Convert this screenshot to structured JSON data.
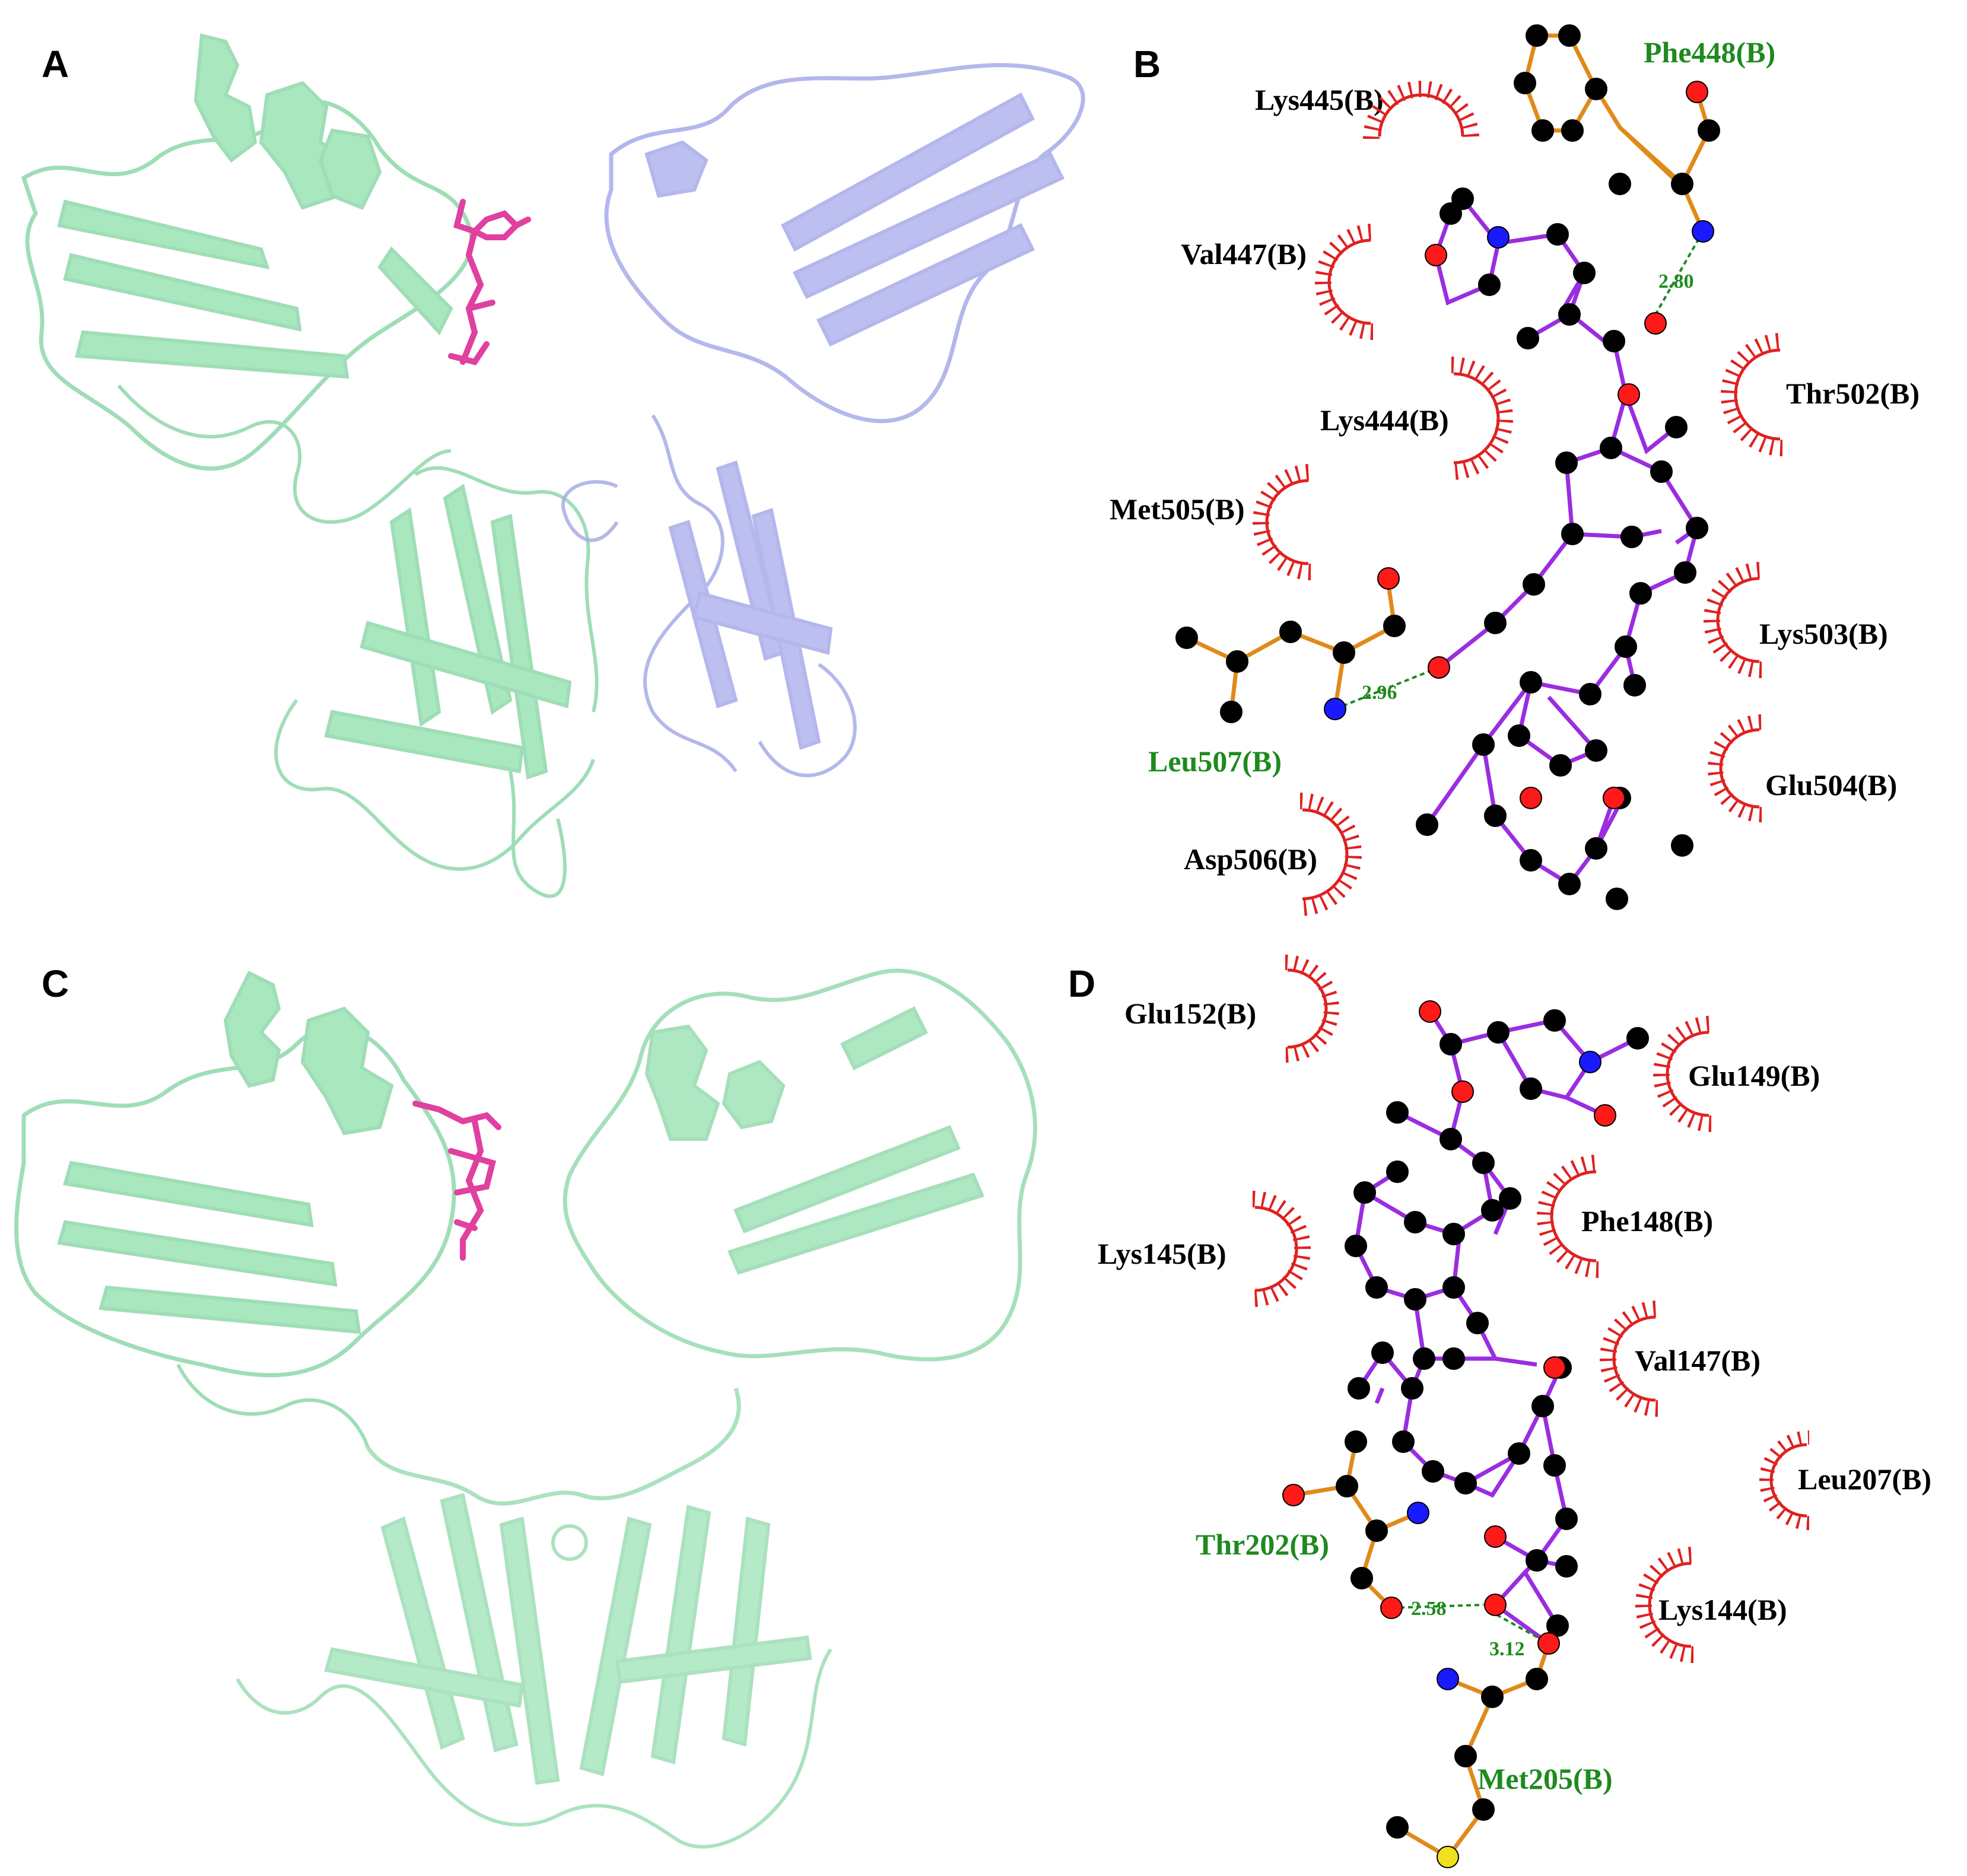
{
  "panels": {
    "A": {
      "label": "A",
      "chains": [
        {
          "color": "#9be3b5"
        },
        {
          "color": "#b3b5ef"
        }
      ],
      "ligand_color": "#e0409f"
    },
    "B": {
      "label": "B",
      "hydrophobic_residues": [
        "Lys445(B)",
        "Val447(B)",
        "Lys444(B)",
        "Thr502(B)",
        "Met505(B)",
        "Lys503(B)",
        "Glu504(B)",
        "Asp506(B)"
      ],
      "hbond_residues": [
        "Phe448(B)",
        "Leu507(B)"
      ],
      "hbond_distances": [
        "2.80",
        "2.96"
      ]
    },
    "C": {
      "label": "C",
      "chains": [
        {
          "color": "#9be3b5"
        }
      ],
      "ligand_color": "#e0409f"
    },
    "D": {
      "label": "D",
      "hydrophobic_residues": [
        "Glu152(B)",
        "Glu149(B)",
        "Phe148(B)",
        "Lys145(B)",
        "Val147(B)",
        "Leu207(B)",
        "Lys144(B)"
      ],
      "hbond_residues": [
        "Thr202(B)",
        "Met205(B)"
      ],
      "hbond_distances": [
        "2.58",
        "3.12"
      ]
    }
  },
  "colors": {
    "ligand_bond": "#9a2de0",
    "residue_bond": "#e08a1a",
    "carbon": "#000000",
    "oxygen": "#ff1a1a",
    "nitrogen": "#1a1aff",
    "sulfur": "#f0e020",
    "hydrophobic_arc": "#e02020",
    "hbond": "#1f8a1f"
  }
}
